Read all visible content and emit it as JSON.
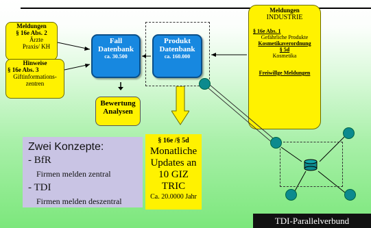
{
  "meldungen_aerzte": {
    "title": "Meldungen",
    "ref": "§ 16e Abs. 2",
    "line1": "Ärzte",
    "line2": "Praxis/ KH"
  },
  "hinweise": {
    "title": "Hinweise",
    "ref": "§ 16e Abs. 3",
    "line1": "Giftinformations-",
    "line2": "zentren"
  },
  "fall_db": {
    "line1": "Fall",
    "line2": "Datenbank",
    "count": "ca. 30.500"
  },
  "produkt_db": {
    "line1": "Produkt",
    "line2": "Datenbank",
    "count": "ca. 160.000"
  },
  "industrie": {
    "title": "Meldungen",
    "subtitle": "INDUSTRIE",
    "ref1": "§ 16e Abs. 1",
    "line1": "Gefährliche Produkte",
    "line2": "Kosmetikaverordnung",
    "ref2": "§ 5d",
    "line3": "Kosmetika",
    "line4": "Freiwillge Meldungen"
  },
  "bewertung": {
    "line1": "Bewertung",
    "line2": "Analysen"
  },
  "konzepte": {
    "title": "Zwei Konzepte:",
    "item1": "- BfR",
    "item1_desc": "Firmen melden zentral",
    "item2": "- TDI",
    "item2_desc": "Firmen melden deszentral"
  },
  "monatliche": {
    "ref": "§ 16e /§ 5d",
    "line1": "Monatliche",
    "line2": "Updates an",
    "line3": "10 GIZ",
    "line4": "TRIC",
    "line5": "Ca. 20.0000 Jahr"
  },
  "parallel_label": "TDI-Parallelverbund",
  "colors": {
    "yellow_box": "#fff200",
    "blue_box": "#1788e0",
    "node": "#0c8a8e",
    "lavender": "#c9c4e4",
    "label_bg": "#111111"
  }
}
